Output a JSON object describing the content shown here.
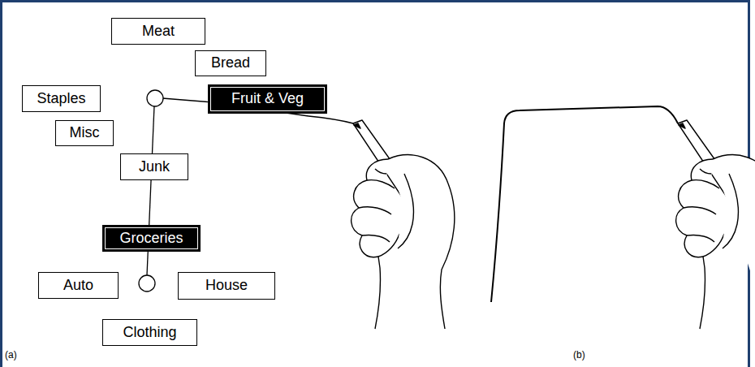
{
  "diagram": {
    "nodes": [
      {
        "text": [
          "Meat"
        ]
      },
      {
        "text": [
          "Bread"
        ]
      },
      {
        "text": [
          "Staples"
        ]
      },
      {
        "text": [
          "Fruit & Veg"
        ]
      },
      {
        "text": [
          "Misc"
        ]
      },
      {
        "text": [
          "Junk"
        ]
      },
      {
        "text": [
          "Groceries"
        ]
      },
      {
        "text": [
          "Auto"
        ]
      },
      {
        "text": [
          "House"
        ]
      },
      {
        "text": [
          "Clothing"
        ]
      }
    ],
    "labels": [
      "(a)",
      "(b)"
    ]
  }
}
